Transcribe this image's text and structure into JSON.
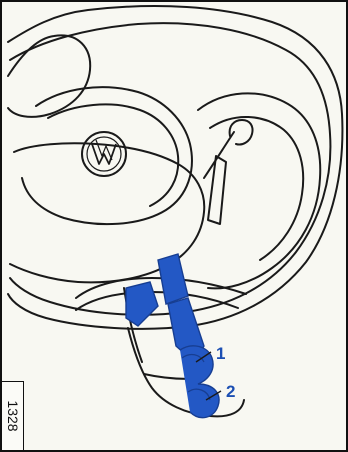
{
  "figure": {
    "number": "1328",
    "callouts": {
      "one": "1",
      "two": "2"
    },
    "colors": {
      "line": "#1a1a1a",
      "highlight": "#2358c5",
      "highlight_dark": "#173e92",
      "background": "#f8f8f2"
    },
    "icons": {
      "logo": "vw-logo-icon"
    }
  }
}
